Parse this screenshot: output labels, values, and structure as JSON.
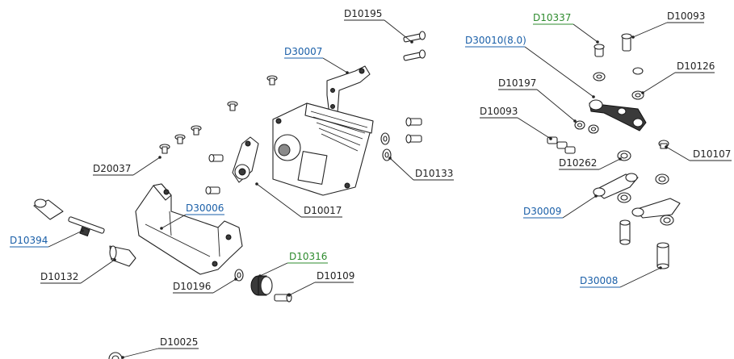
{
  "colors": {
    "black": "#222222",
    "blue": "#1a5fa8",
    "green": "#2e8b2e"
  },
  "labels": [
    {
      "id": "D10195",
      "text": "D10195",
      "color": "black"
    },
    {
      "id": "D30007",
      "text": "D30007",
      "color": "blue"
    },
    {
      "id": "D10337",
      "text": "D10337",
      "color": "green"
    },
    {
      "id": "D10093a",
      "text": "D10093",
      "color": "black"
    },
    {
      "id": "D30010",
      "text": "D30010(8.0)",
      "color": "blue"
    },
    {
      "id": "D10126",
      "text": "D10126",
      "color": "black"
    },
    {
      "id": "D10197",
      "text": "D10197",
      "color": "black"
    },
    {
      "id": "D10093b",
      "text": "D10093",
      "color": "black"
    },
    {
      "id": "D10107",
      "text": "D10107",
      "color": "black"
    },
    {
      "id": "D10262",
      "text": "D10262",
      "color": "black"
    },
    {
      "id": "D20037",
      "text": "D20037",
      "color": "black"
    },
    {
      "id": "D10133",
      "text": "D10133",
      "color": "black"
    },
    {
      "id": "D30006",
      "text": "D30006",
      "color": "blue"
    },
    {
      "id": "D10017",
      "text": "D10017",
      "color": "black"
    },
    {
      "id": "D30009",
      "text": "D30009",
      "color": "blue"
    },
    {
      "id": "D10394",
      "text": "D10394",
      "color": "blue"
    },
    {
      "id": "D10316",
      "text": "D10316",
      "color": "green"
    },
    {
      "id": "D10109",
      "text": "D10109",
      "color": "black"
    },
    {
      "id": "D10132",
      "text": "D10132",
      "color": "black"
    },
    {
      "id": "D10196",
      "text": "D10196",
      "color": "black"
    },
    {
      "id": "D30008",
      "text": "D30008",
      "color": "blue"
    },
    {
      "id": "D10025",
      "text": "D10025",
      "color": "black"
    }
  ]
}
